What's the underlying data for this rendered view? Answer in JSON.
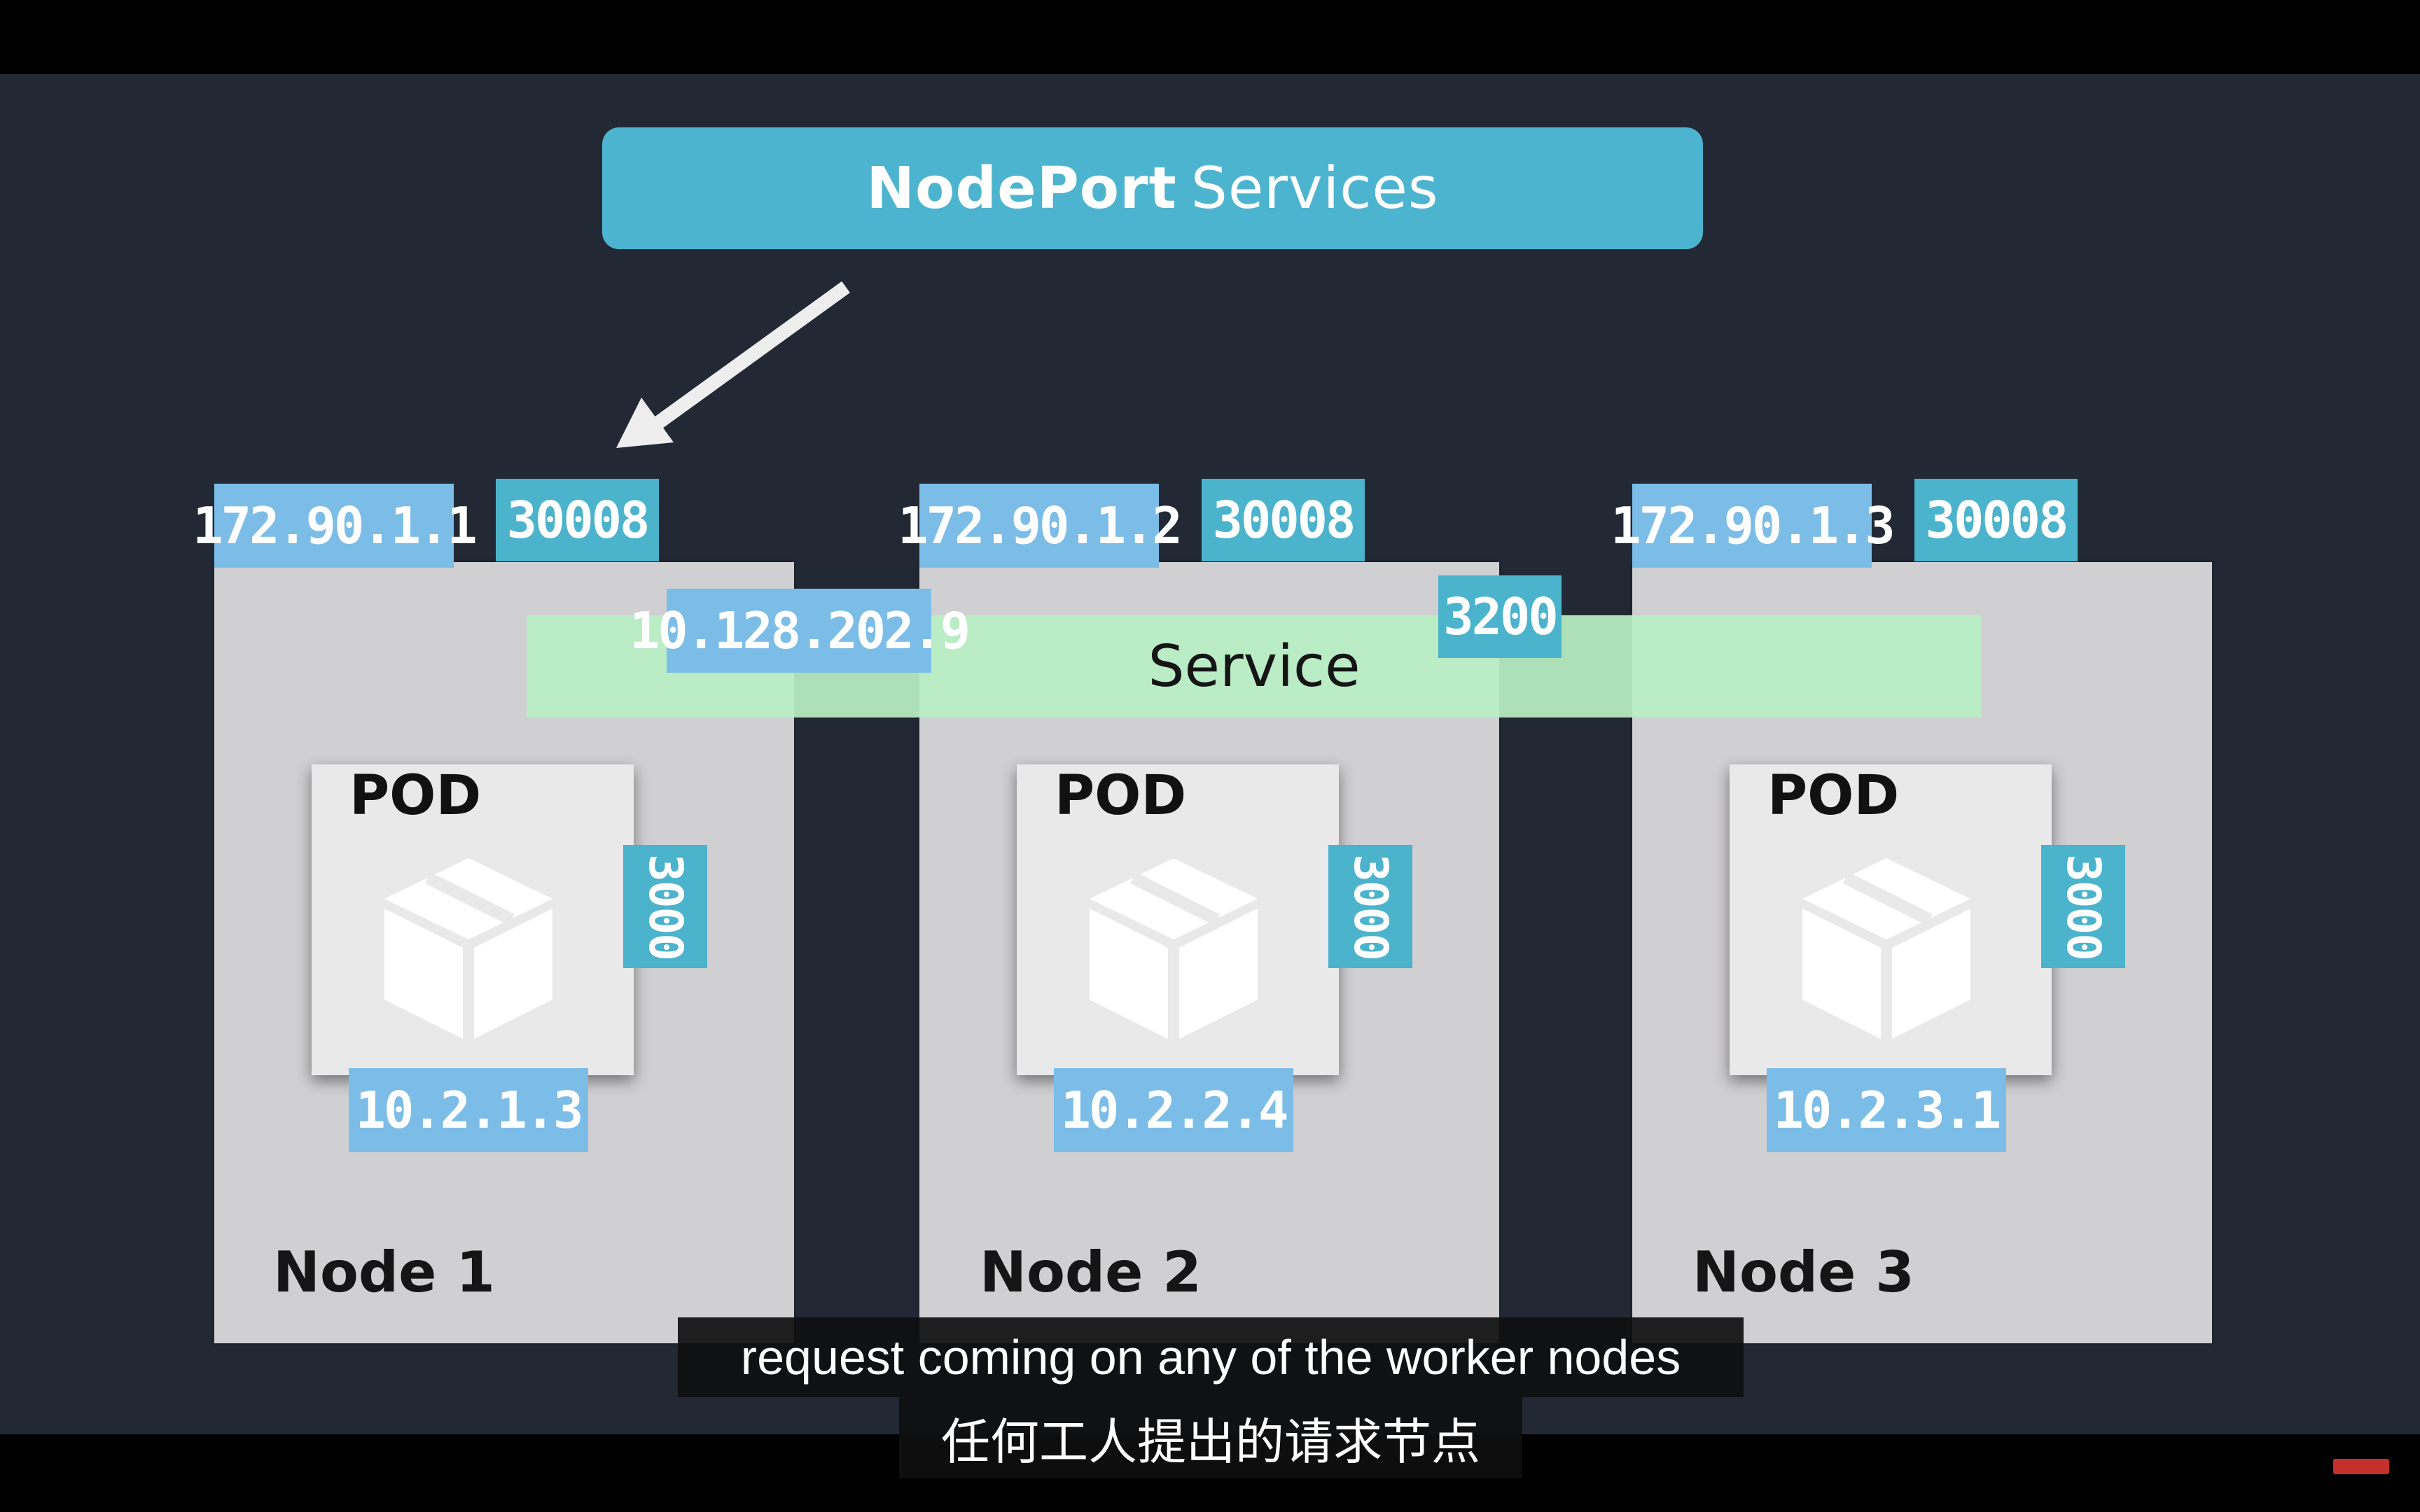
{
  "title": {
    "bold": "NodePort",
    "rest": "Services"
  },
  "service": {
    "label": "Service",
    "cluster_ip": "10.128.202.9",
    "port": "3200"
  },
  "nodes": [
    {
      "label": "Node 1",
      "ip": "172.90.1.1",
      "node_port": "30008",
      "pod": {
        "label": "POD",
        "ip": "10.2.1.3",
        "port": "3000"
      }
    },
    {
      "label": "Node 2",
      "ip": "172.90.1.2",
      "node_port": "30008",
      "pod": {
        "label": "POD",
        "ip": "10.2.2.4",
        "port": "3000"
      }
    },
    {
      "label": "Node 3",
      "ip": "172.90.1.3",
      "node_port": "30008",
      "pod": {
        "label": "POD",
        "ip": "10.2.3.1",
        "port": "3000"
      }
    }
  ],
  "subtitles": {
    "en": "request coming on any of the worker nodes",
    "zh": "任何工人提出的请求节点"
  },
  "colors": {
    "background": "#222935",
    "banner": "#4db4cf",
    "node": "#d0cfd1",
    "ip_tag": "#7cbde8",
    "port_tag": "#4cb3cd",
    "service": "#b8eec4"
  }
}
